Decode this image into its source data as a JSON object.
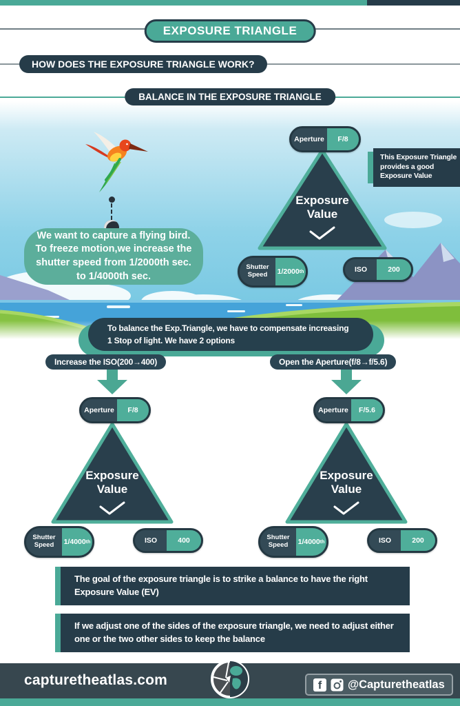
{
  "colors": {
    "teal": "#4aa997",
    "navy": "#263c49",
    "sky_blue": "#7ecbe4",
    "grass_green": "#7fbe3c",
    "lake_blue": "#45a3d9",
    "footer_bar": "#37474f"
  },
  "header": {
    "top_title": "EXPOSURE TRIANGLE",
    "question": "HOW DOES THE EXPOSURE TRIANGLE WORK?",
    "section": "BALANCE IN THE EXPOSURE TRIANGLE"
  },
  "scene": {
    "bubble_text": "We want to capture a flying bird. To freeze motion,we increase the shutter speed from 1/2000th sec. to 1/4000th sec.",
    "callout_text": "This Exposure Triangle provides a good Exposure Value",
    "ev_label": "Exposure Value",
    "aperture": {
      "label": "Aperture",
      "value": "F/8"
    },
    "shutter": {
      "label": "Shutter Speed",
      "value": "1/2000",
      "suffix": "th"
    },
    "iso": {
      "label": "ISO",
      "value": "200"
    }
  },
  "balance": {
    "banner_line1": "To balance the Exp.Triangle, we have to compensate increasing",
    "banner_line2": "1 Stop of light. We have 2 options",
    "option_left": "Increase the ISO(200→400)",
    "option_right": "Open the Aperture(f/8→f/5.6)"
  },
  "left_triangle": {
    "ev_label": "Exposure Value",
    "aperture": {
      "label": "Aperture",
      "value": "F/8"
    },
    "shutter": {
      "label": "Shutter Speed",
      "value": "1/4000",
      "suffix": "th"
    },
    "iso": {
      "label": "ISO",
      "value": "400"
    }
  },
  "right_triangle": {
    "ev_label": "Exposure Value",
    "aperture": {
      "label": "Aperture",
      "value": "F/5.6"
    },
    "shutter": {
      "label": "Shutter Speed",
      "value": "1/4000",
      "suffix": "th"
    },
    "iso": {
      "label": "ISO",
      "value": "200"
    }
  },
  "notes": [
    "The goal of the exposure triangle is to strike a balance to have the right Exposure Value (EV)",
    "If we adjust one of the sides of the exposure triangle, we need to adjust either one or the two other sides to keep the balance"
  ],
  "footer": {
    "site": "capturetheatlas.com",
    "handle": "@Capturetheatlas",
    "facebook_glyph": "f"
  }
}
